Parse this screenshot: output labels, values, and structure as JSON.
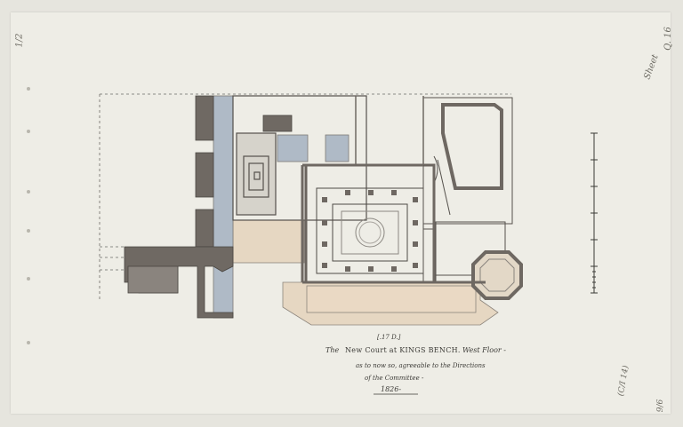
{
  "drawing": {
    "plan_label": "[.17 D.]",
    "title_prefix": "The",
    "title_court": "New Court at KINGS BENCH.",
    "title_floor": "West Floor -",
    "line2": "as to now so, agreeable to the Directions",
    "line3": "of the Committee -",
    "date": "1826-"
  },
  "marginalia": {
    "top_left": "1/2",
    "top_right": "Sheet",
    "top_right_2": "Q. 16",
    "bottom_right_1": "(C/I 14)",
    "bottom_right_2": "9/6"
  },
  "colors": {
    "wall_dark": "#6e6862",
    "wall_mid": "#8a847e",
    "blue_wash": "#aeb9c4",
    "buff_wash": "#e3d4be",
    "ink": "#3b3a36",
    "paper": "#eeede6"
  }
}
